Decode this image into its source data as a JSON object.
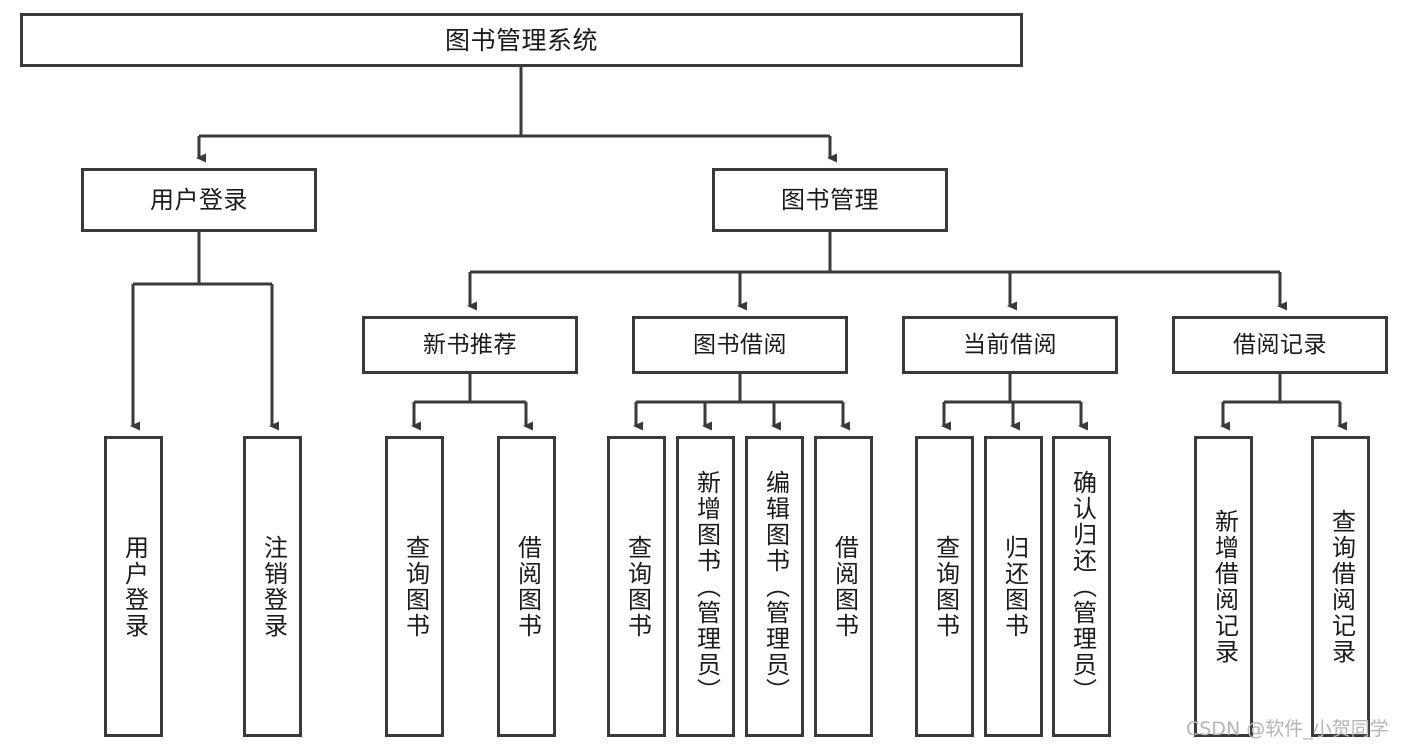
{
  "diagram": {
    "title": "图书管理系统",
    "type": "tree-hierarchy",
    "root": {
      "id": "root",
      "label": "图书管理系统"
    },
    "level2": [
      {
        "id": "user-login",
        "label": "用户登录"
      },
      {
        "id": "book-manage",
        "label": "图书管理"
      }
    ],
    "level3": [
      {
        "id": "new-book-rec",
        "label": "新书推荐"
      },
      {
        "id": "book-borrow",
        "label": "图书借阅"
      },
      {
        "id": "current-borrow",
        "label": "当前借阅"
      },
      {
        "id": "borrow-record",
        "label": "借阅记录"
      }
    ],
    "leaves": {
      "user_login": [
        {
          "id": "leaf-user-login",
          "label": "用户登录"
        },
        {
          "id": "leaf-logout",
          "label": "注销登录"
        }
      ],
      "new_book_rec": [
        {
          "id": "leaf-query-book-1",
          "label": "查询图书"
        },
        {
          "id": "leaf-borrow-book-1",
          "label": "借阅图书"
        }
      ],
      "book_borrow": [
        {
          "id": "leaf-query-book-2",
          "label": "查询图书"
        },
        {
          "id": "leaf-add-book",
          "label": "新增图书（管理员）"
        },
        {
          "id": "leaf-edit-book",
          "label": "编辑图书（管理员）"
        },
        {
          "id": "leaf-borrow-book-2",
          "label": "借阅图书"
        }
      ],
      "current_borrow": [
        {
          "id": "leaf-query-book-3",
          "label": "查询图书"
        },
        {
          "id": "leaf-return-book",
          "label": "归还图书"
        },
        {
          "id": "leaf-confirm-return",
          "label": "确认归还（管理员）"
        }
      ],
      "borrow_record": [
        {
          "id": "leaf-add-record",
          "label": "新增借阅记录"
        },
        {
          "id": "leaf-query-record",
          "label": "查询借阅记录"
        }
      ]
    }
  },
  "colors": {
    "stroke": "#3a3a3a",
    "text": "#1b1b1b",
    "background": "#ffffff",
    "watermark": "#b6b6b6"
  },
  "watermark": {
    "text": "CSDN @软件_小贺同学"
  }
}
